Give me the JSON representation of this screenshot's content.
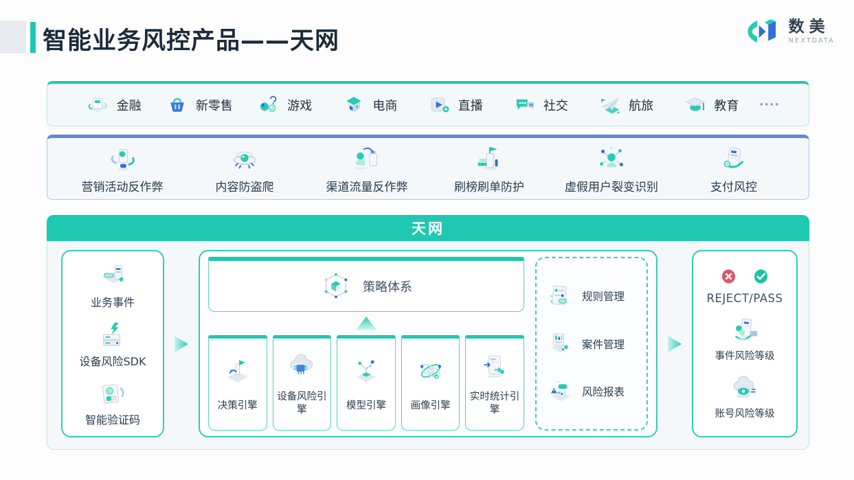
{
  "colors": {
    "teal_primary": "#1EC8B1",
    "blue_primary": "#5B8CD8",
    "reject_red": "#D8596B",
    "pass_green": "#1EC29F",
    "title_dark": "#1C2A39",
    "label_dark": "#2B3D4F",
    "panel_bg": "#F5F8FB"
  },
  "header": {
    "title": "智能业务风控产品——天网",
    "logo": {
      "cn": "数美",
      "en": "NEXTDATA",
      "icon": "nextdata-logo-icon"
    }
  },
  "industries": {
    "items": [
      {
        "label": "金融",
        "icon": "finance-icon"
      },
      {
        "label": "新零售",
        "icon": "new-retail-icon"
      },
      {
        "label": "游戏",
        "icon": "game-icon"
      },
      {
        "label": "电商",
        "icon": "ecommerce-icon"
      },
      {
        "label": "直播",
        "icon": "live-icon"
      },
      {
        "label": "社交",
        "icon": "social-icon"
      },
      {
        "label": "航旅",
        "icon": "travel-icon"
      },
      {
        "label": "教育",
        "icon": "education-icon"
      }
    ],
    "more": "····"
  },
  "scenarios": {
    "items": [
      {
        "label": "营销活动反作弊",
        "icon": "marketing-anticheat-icon"
      },
      {
        "label": "内容防盗爬",
        "icon": "anti-scraping-icon"
      },
      {
        "label": "渠道流量反作弊",
        "icon": "channel-anticheat-icon"
      },
      {
        "label": "刷榜刷单防护",
        "icon": "ranking-protect-icon"
      },
      {
        "label": "虚假用户裂变识别",
        "icon": "fake-user-fission-icon"
      },
      {
        "label": "支付风控",
        "icon": "payment-risk-icon"
      }
    ]
  },
  "skynet": {
    "title": "天网",
    "inputs": {
      "items": [
        {
          "label": "业务事件",
          "icon": "business-event-icon"
        },
        {
          "label": "设备风险SDK",
          "icon": "device-sdk-icon"
        },
        {
          "label": "智能验证码",
          "icon": "captcha-icon"
        }
      ]
    },
    "strategy": {
      "label": "策略体系",
      "icon": "strategy-system-icon"
    },
    "engines": {
      "items": [
        {
          "label": "决策引擎",
          "icon": "decision-engine-icon"
        },
        {
          "label": "设备风险引擎",
          "icon": "device-engine-icon"
        },
        {
          "label": "模型引擎",
          "icon": "model-engine-icon"
        },
        {
          "label": "画像引擎",
          "icon": "profile-engine-icon"
        },
        {
          "label": "实时统计引擎",
          "icon": "realtime-stats-engine-icon"
        }
      ]
    },
    "management": {
      "items": [
        {
          "label": "规则管理",
          "icon": "rule-management-icon"
        },
        {
          "label": "案件管理",
          "icon": "case-management-icon"
        },
        {
          "label": "风险报表",
          "icon": "risk-report-icon"
        }
      ]
    },
    "output": {
      "result": "REJECT/PASS",
      "badges": [
        "reject-icon",
        "pass-icon"
      ],
      "items": [
        {
          "label": "事件风险等级",
          "icon": "event-risk-level-icon"
        },
        {
          "label": "账号风险等级",
          "icon": "account-risk-level-icon"
        }
      ]
    },
    "flow_icons": {
      "right": "arrow-right-icon",
      "up": "arrow-up-icon"
    }
  }
}
